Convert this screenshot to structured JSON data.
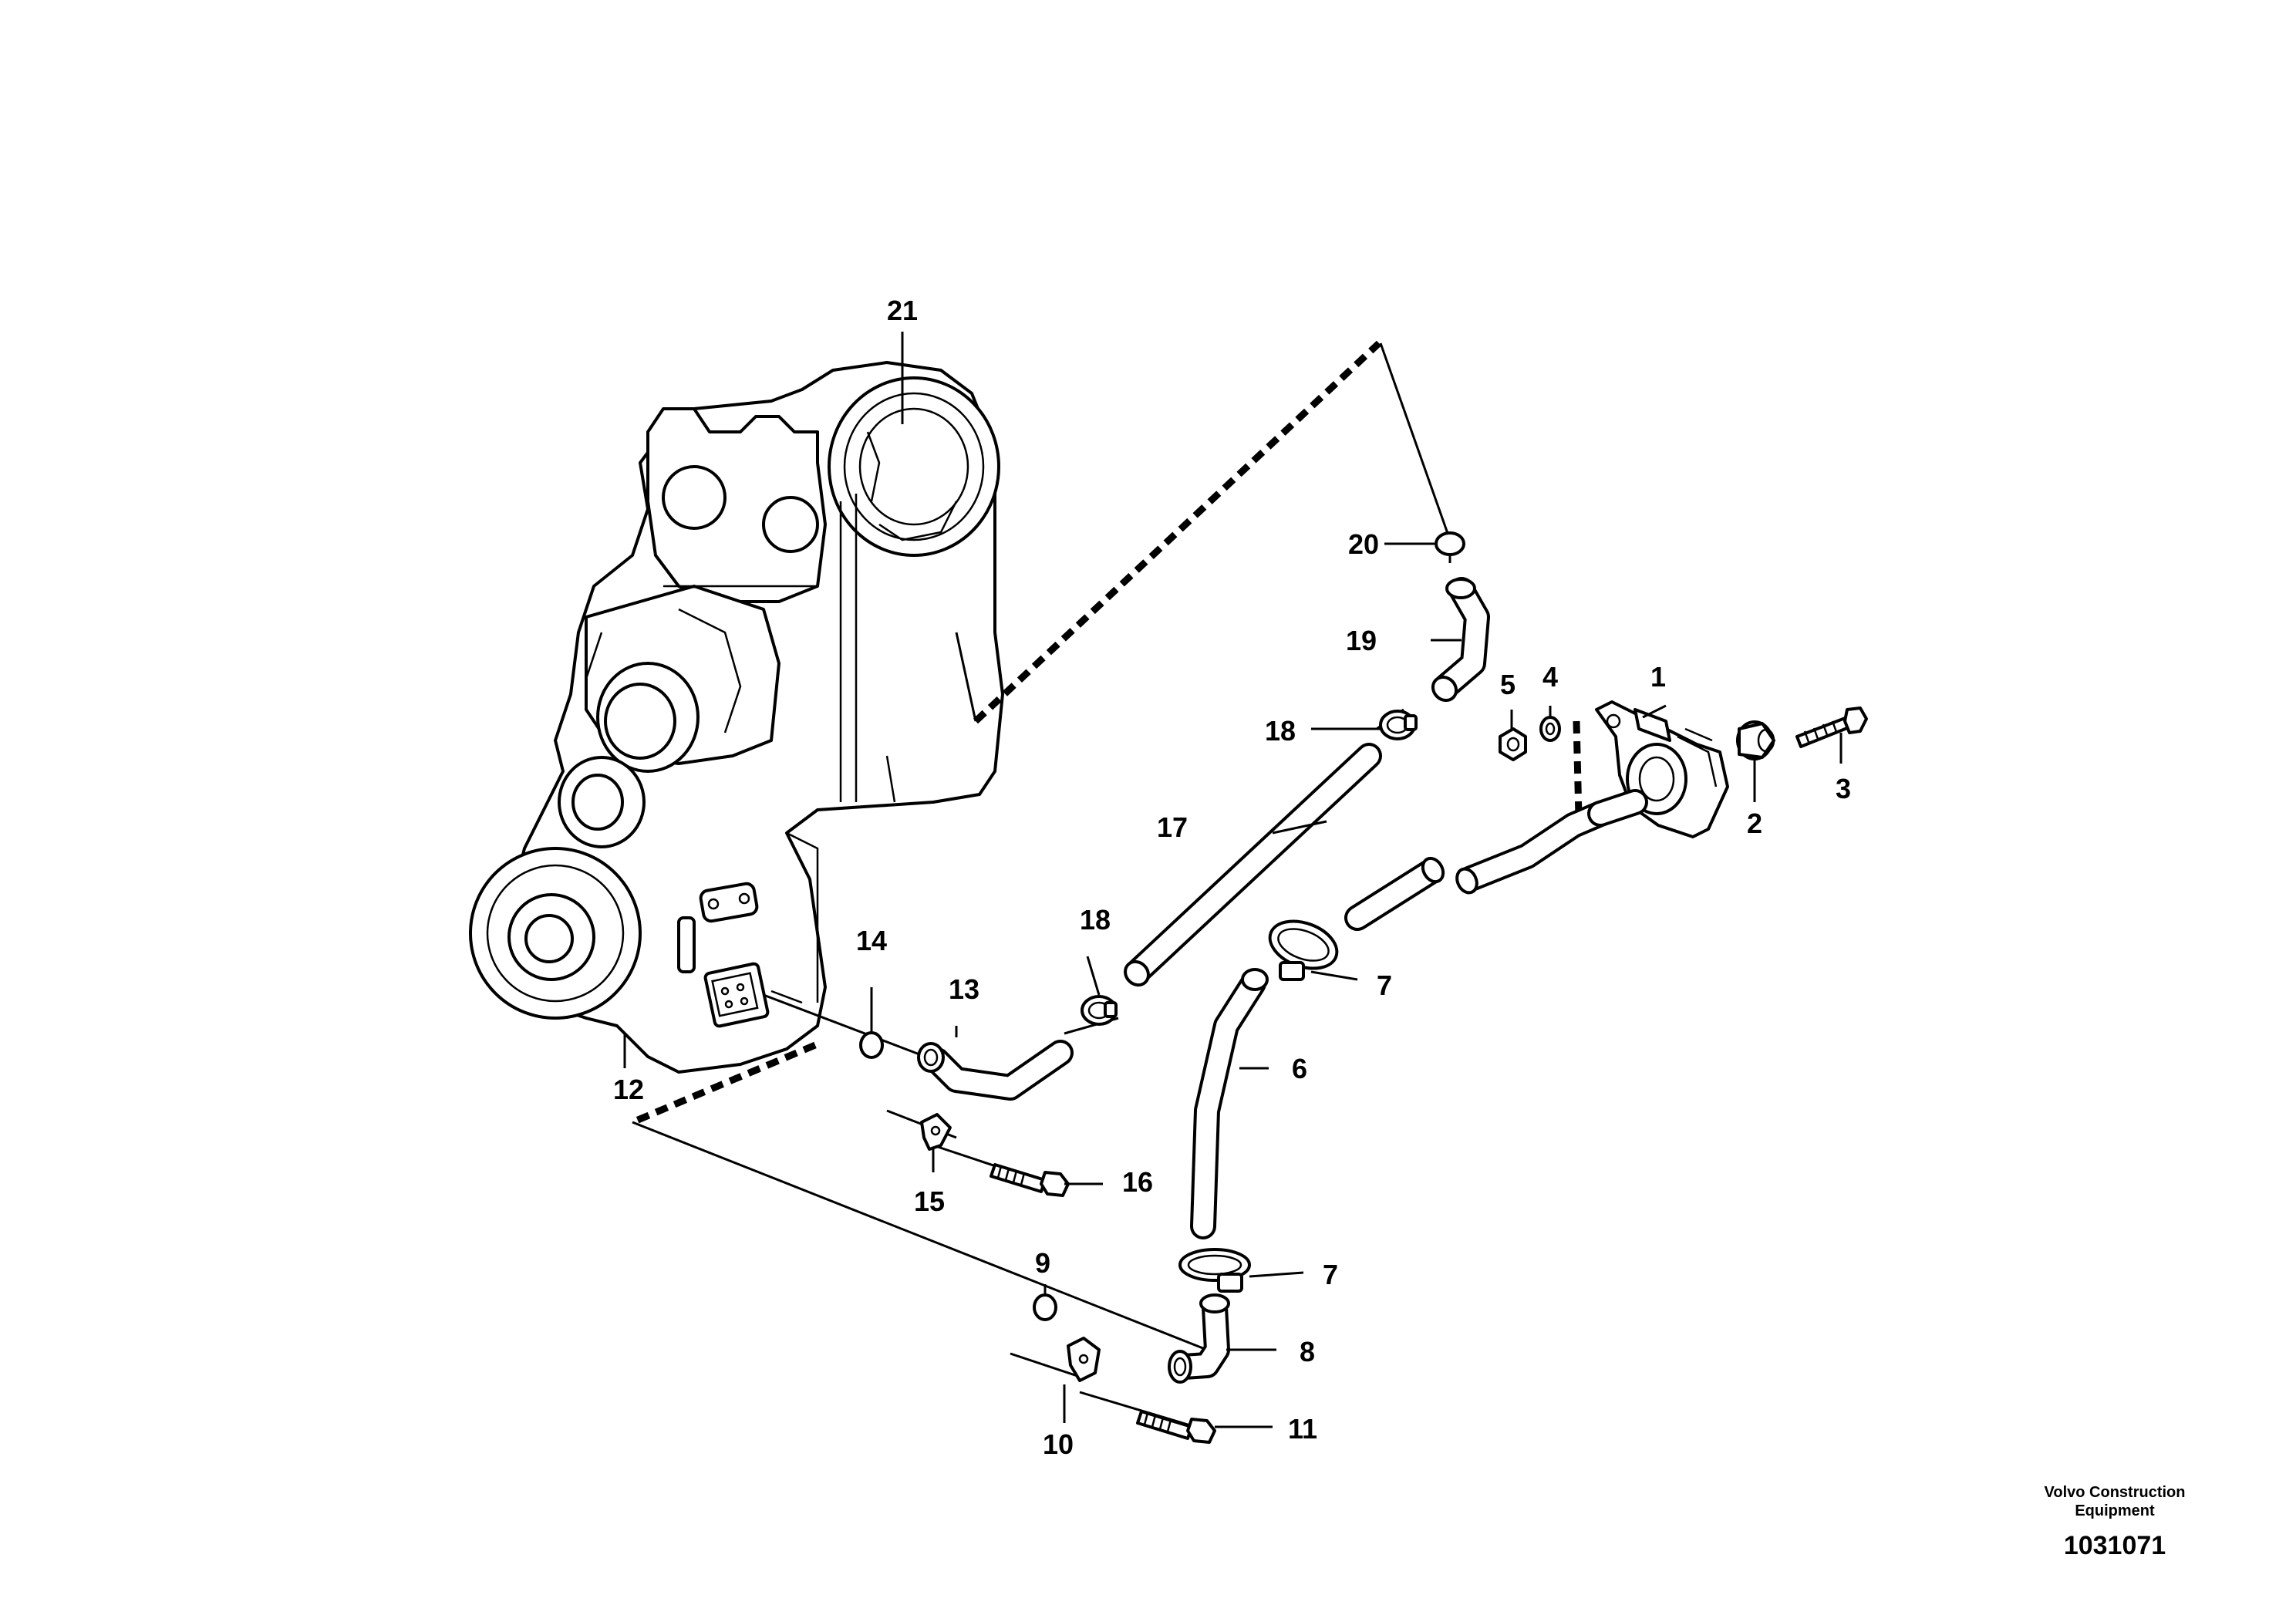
{
  "callouts": [
    {
      "id": "1",
      "label": "1"
    },
    {
      "id": "2",
      "label": "2"
    },
    {
      "id": "3",
      "label": "3"
    },
    {
      "id": "4",
      "label": "4"
    },
    {
      "id": "5",
      "label": "5"
    },
    {
      "id": "6",
      "label": "6"
    },
    {
      "id": "7a",
      "label": "7"
    },
    {
      "id": "7b",
      "label": "7"
    },
    {
      "id": "8",
      "label": "8"
    },
    {
      "id": "9",
      "label": "9"
    },
    {
      "id": "10",
      "label": "10"
    },
    {
      "id": "11",
      "label": "11"
    },
    {
      "id": "12",
      "label": "12"
    },
    {
      "id": "13",
      "label": "13"
    },
    {
      "id": "14",
      "label": "14"
    },
    {
      "id": "15",
      "label": "15"
    },
    {
      "id": "16",
      "label": "16"
    },
    {
      "id": "17",
      "label": "17"
    },
    {
      "id": "18a",
      "label": "18"
    },
    {
      "id": "18b",
      "label": "18"
    },
    {
      "id": "19",
      "label": "19"
    },
    {
      "id": "20",
      "label": "20"
    },
    {
      "id": "21",
      "label": "21"
    }
  ],
  "footer": {
    "company_line1": "Volvo Construction",
    "company_line2": "Equipment",
    "drawing_number": "1031071"
  }
}
